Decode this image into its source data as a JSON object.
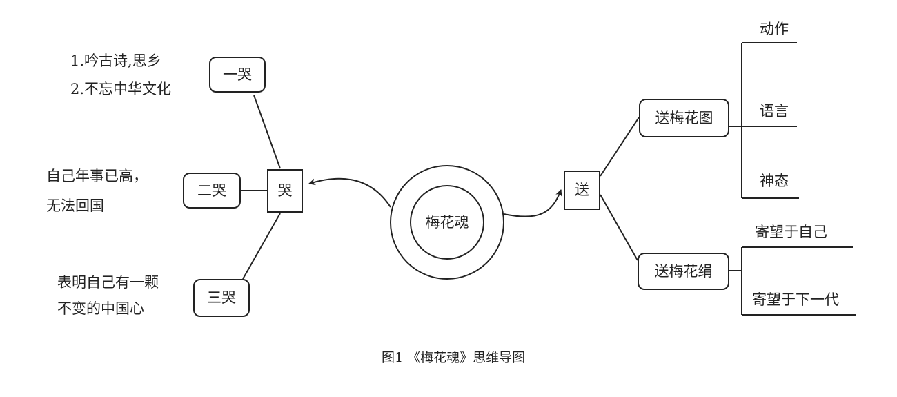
{
  "center": {
    "label": "梅花魂"
  },
  "left_hub": {
    "label": "哭"
  },
  "right_hub": {
    "label": "送"
  },
  "left_branches": [
    {
      "label": "一哭",
      "notes": [
        "1.吟古诗,思乡",
        "2.不忘中华文化"
      ]
    },
    {
      "label": "二哭",
      "notes": [
        "自己年事已高，",
        "无法回国"
      ]
    },
    {
      "label": "三哭",
      "notes": [
        "表明自己有一颗",
        "不变的中国心"
      ]
    }
  ],
  "right_branches": [
    {
      "label": "送梅花图",
      "items": [
        "动作",
        "语言",
        "神态"
      ]
    },
    {
      "label": "送梅花绢",
      "items": [
        "寄望于自己",
        "寄望于下一代"
      ]
    }
  ],
  "caption": "图1 《梅花魂》思维导图"
}
